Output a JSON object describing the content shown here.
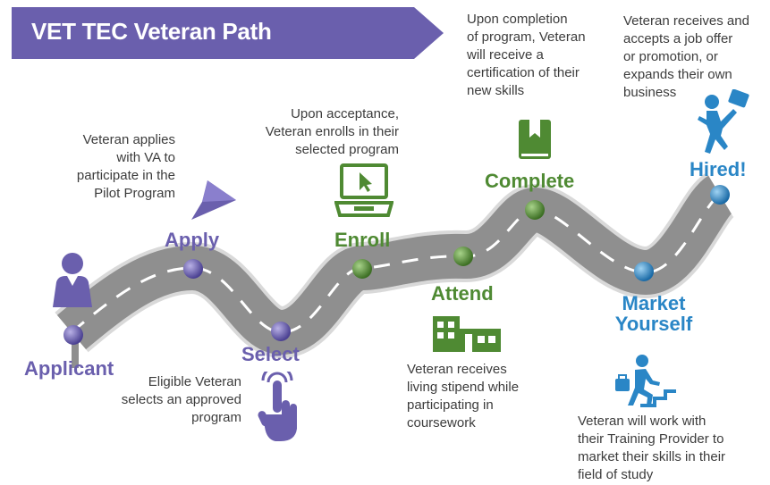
{
  "title": "VET TEC Veteran Path",
  "colors": {
    "banner": "#6a5fad",
    "purple": "#6a5fad",
    "green": "#4f8a33",
    "blue": "#2a86c6",
    "road": "#8f8f8f",
    "road_edge": "#dcdcdc"
  },
  "stages": {
    "applicant": {
      "label": "Applicant",
      "icon": "person-icon"
    },
    "apply": {
      "label": "Apply",
      "icon": "paper-plane-icon",
      "desc": [
        "Veteran applies",
        "with VA to",
        "participate in the",
        "Pilot Program"
      ]
    },
    "select": {
      "label": "Select",
      "icon": "pointing-hand-icon",
      "desc": [
        "Eligible Veteran",
        "selects an approved",
        "program"
      ]
    },
    "enroll": {
      "label": "Enroll",
      "icon": "laptop-icon",
      "desc": [
        "Upon acceptance,",
        "Veteran enrolls in their",
        "selected program"
      ]
    },
    "attend": {
      "label": "Attend",
      "icon": "building-icon",
      "desc": [
        "Veteran receives",
        "living stipend while",
        "participating in",
        "coursework"
      ]
    },
    "complete": {
      "label": "Complete",
      "icon": "certificate-book-icon",
      "desc": [
        "Upon completion",
        "of program, Veteran",
        "will receive a",
        "certification of their",
        "new skills"
      ]
    },
    "market": {
      "label_line1": "Market",
      "label_line2": "Yourself",
      "icon": "climbing-stairs-icon",
      "desc": [
        "Veteran will work with",
        "their Training Provider to",
        "market their skills in their",
        "field of study"
      ]
    },
    "hired": {
      "label": "Hired!",
      "icon": "celebrating-person-icon",
      "desc": [
        "Veteran receives and",
        "accepts a job offer",
        "or promotion, or",
        "expands their own",
        "business"
      ]
    }
  }
}
